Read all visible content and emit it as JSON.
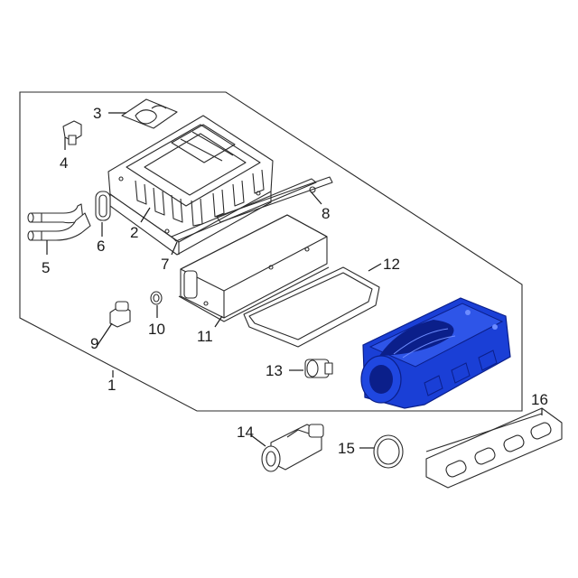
{
  "callouts": {
    "c1": "1",
    "c2": "2",
    "c3": "3",
    "c4": "4",
    "c5": "5",
    "c6": "6",
    "c7": "7",
    "c8": "8",
    "c9": "9",
    "c10": "10",
    "c11": "11",
    "c12": "12",
    "c13": "13",
    "c14": "14",
    "c15": "15",
    "c16": "16"
  },
  "colors": {
    "highlight": "#1a3fd6",
    "highlight_dark": "#0b1f8a",
    "line": "#2b2b2b"
  }
}
